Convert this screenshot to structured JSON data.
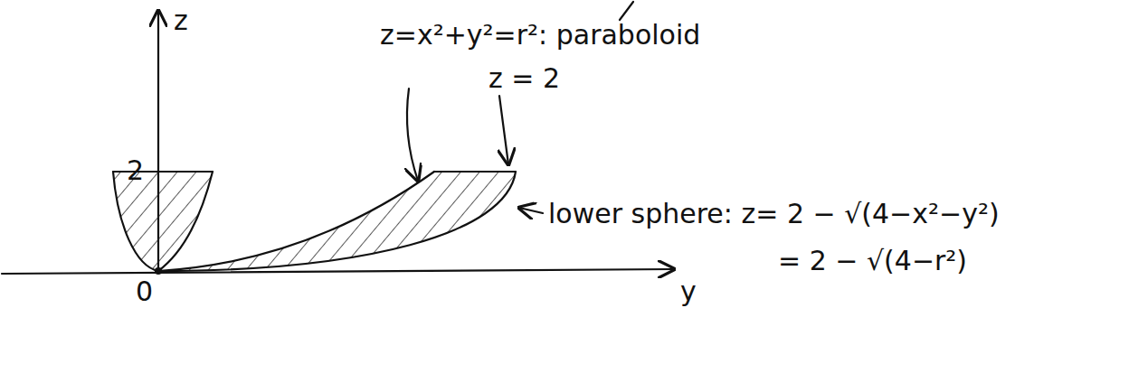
{
  "diagram": {
    "labels": [
      "z",
      "2",
      "z=x²+y²=r²: paraboloid",
      "z = 2",
      "lower sphere: z= 2 − √(4−x²−y²)",
      "= 2 − √(4−r²)",
      "0",
      "y"
    ]
  }
}
